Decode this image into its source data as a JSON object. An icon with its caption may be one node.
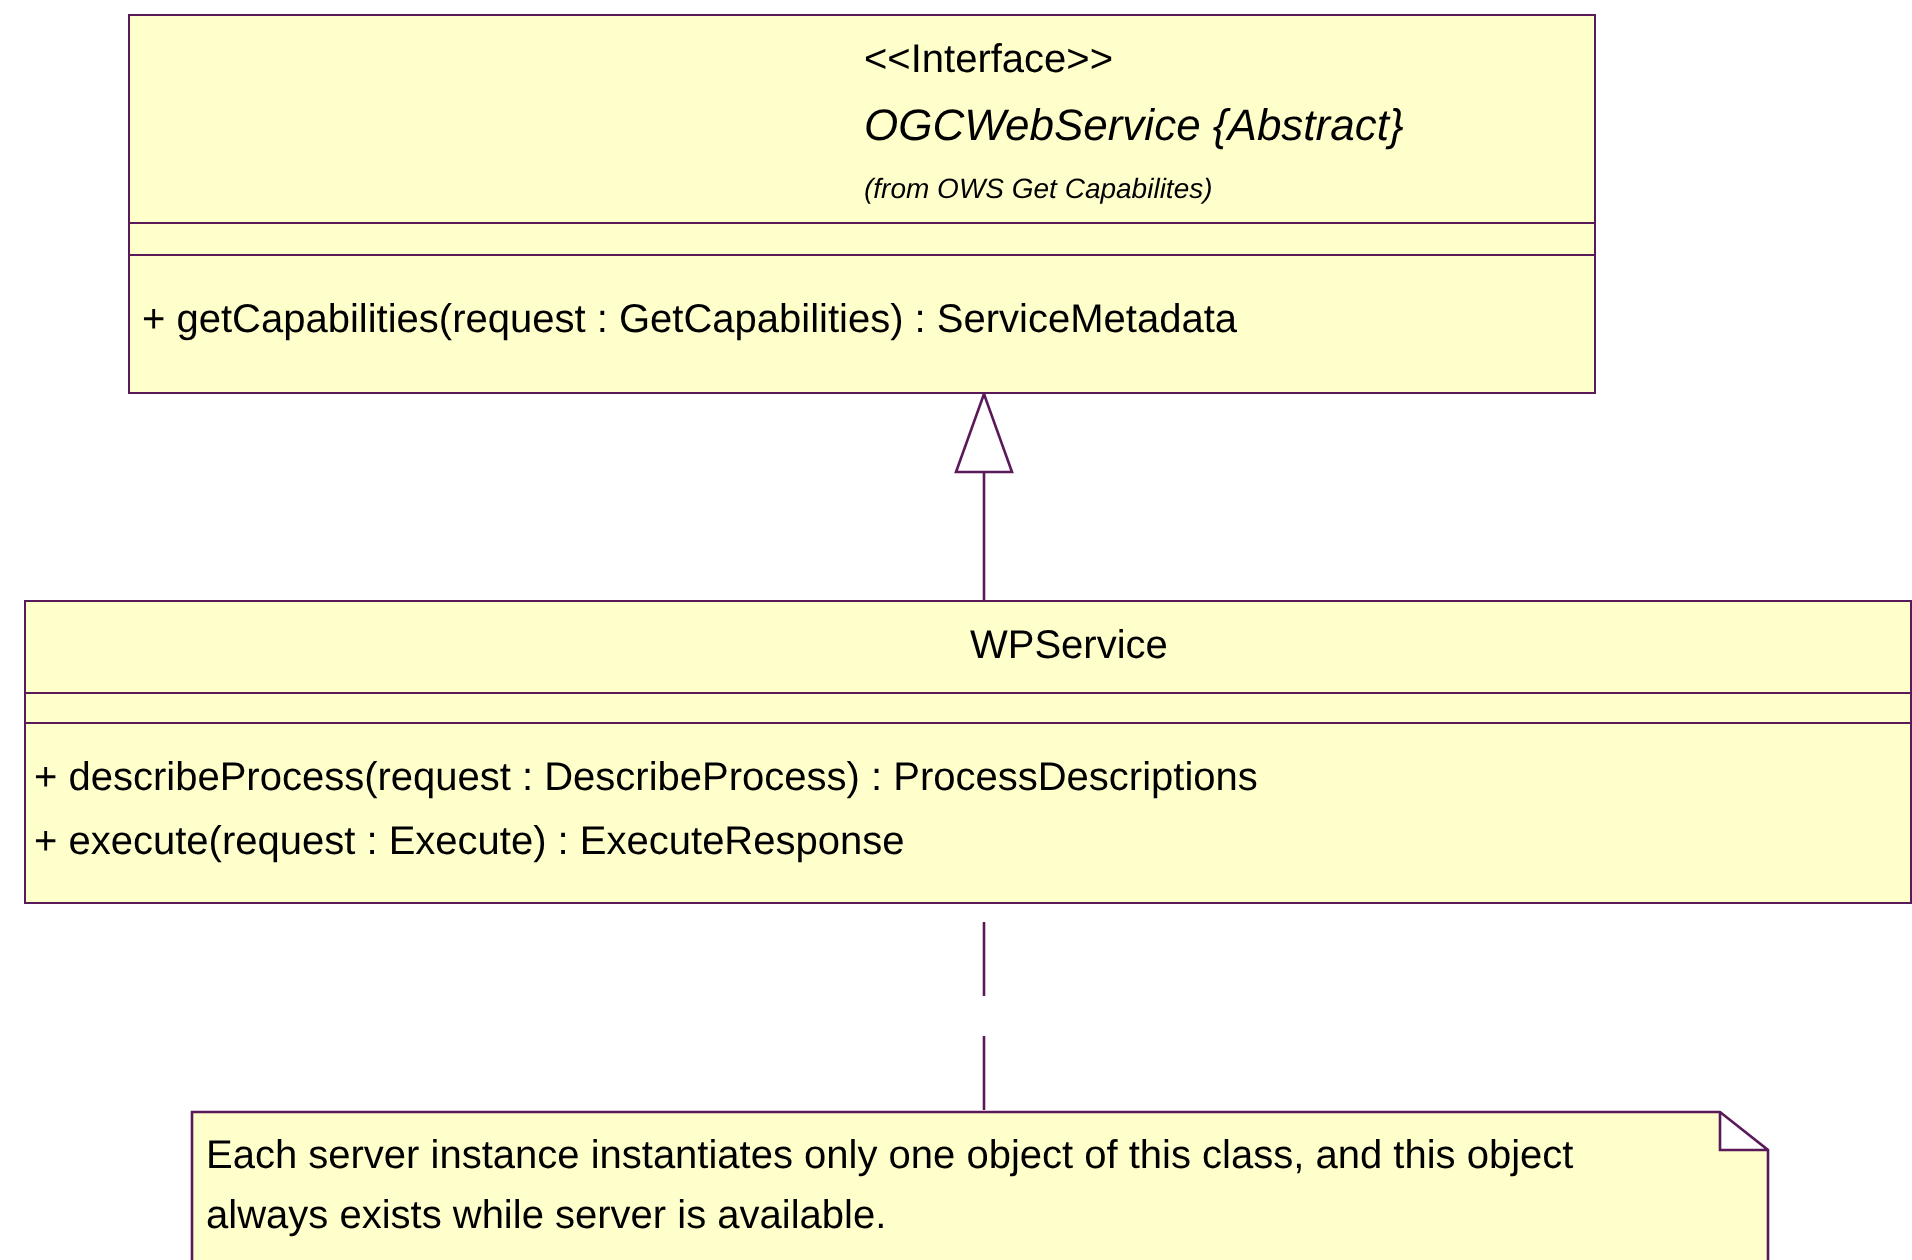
{
  "diagram": {
    "nodes": [
      {
        "text": [
          "<<Interface>>",
          "OGCWebService {Abstract}",
          "(from OWS Get Capabilites)",
          "+ getCapabilities(request : GetCapabilities) : ServiceMetadata"
        ]
      },
      {
        "text": [
          "WPService",
          "+ describeProcess(request : DescribeProcess) : ProcessDescriptions",
          "+ execute(request : Execute) : ExecuteResponse"
        ]
      },
      {
        "text": [
          "Each server instance instantiates only one object of this class, and this object always exists while server is available."
        ]
      }
    ],
    "edges": [
      {
        "from": 1,
        "to": 0,
        "arrow": "to"
      },
      {
        "from": 2,
        "to": 1,
        "arrow": "none",
        "style": "dashed"
      }
    ]
  }
}
